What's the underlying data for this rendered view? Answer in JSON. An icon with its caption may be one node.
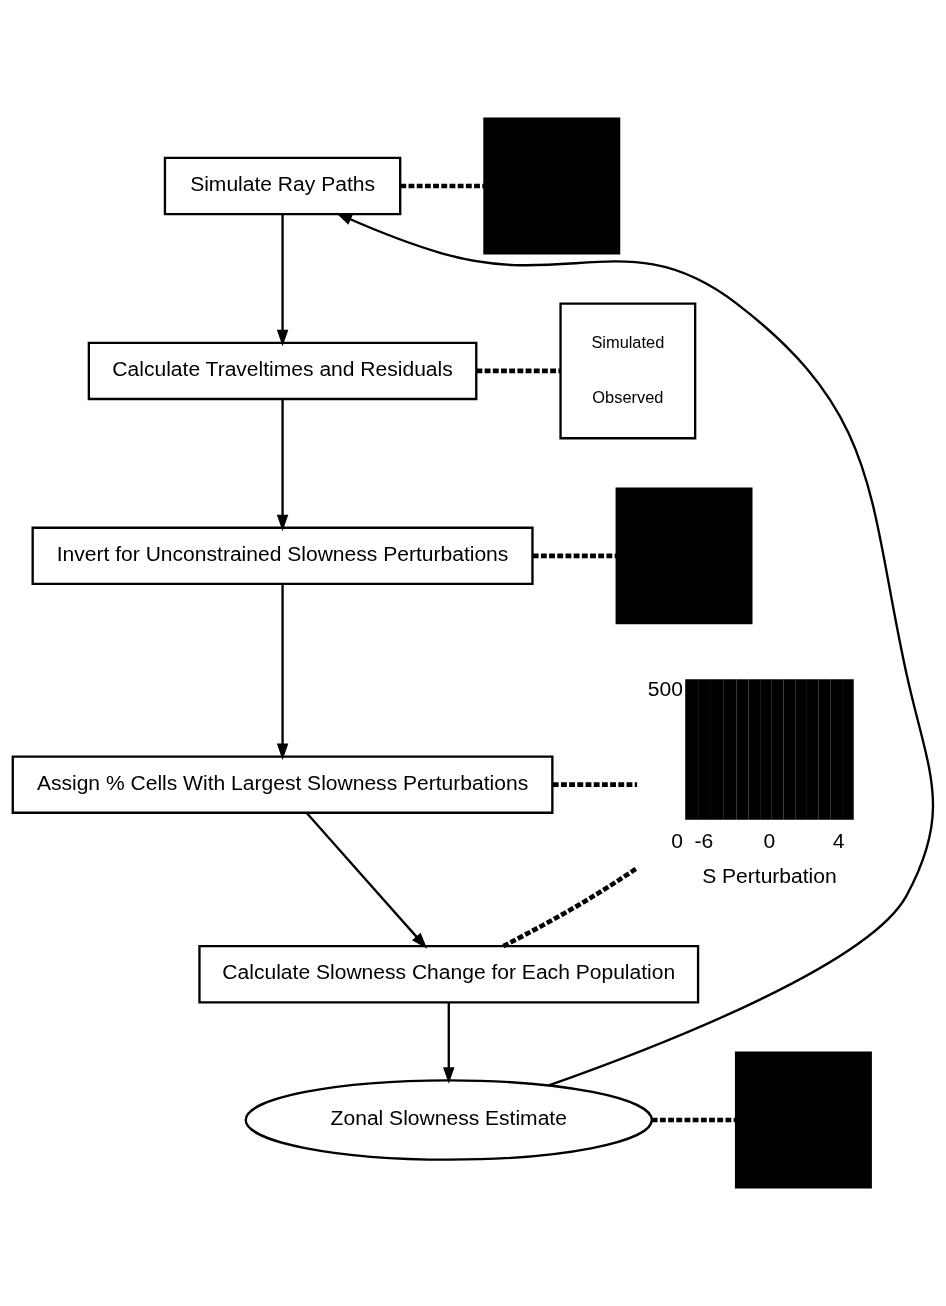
{
  "diagram": {
    "nodes": [
      {
        "text": [
          "Simulate Ray Paths"
        ]
      },
      {
        "text": [
          "Calculate Traveltimes and Residuals"
        ]
      },
      {
        "text": [
          "Invert for Unconstrained Slowness Perturbations"
        ]
      },
      {
        "text": [
          "Assign % Cells With Largest Slowness Perturbations"
        ]
      },
      {
        "text": [
          "Calculate Slowness Change for Each Population"
        ]
      },
      {
        "text": [
          "Zonal Slowness Estimate"
        ]
      },
      {
        "text": [],
        "shape": "box"
      },
      {
        "text": [
          "Simulated",
          "Observed"
        ]
      },
      {
        "text": [],
        "shape": "box"
      },
      {
        "text": [],
        "shape": "bar",
        "beside": [
          "500",
          "0",
          "-6",
          "0",
          "4",
          "S Perturbation"
        ]
      },
      {
        "text": [],
        "shape": "box"
      }
    ],
    "edges": [
      {
        "from": 0,
        "to": 1,
        "arrow": "to"
      },
      {
        "from": 1,
        "to": 2,
        "arrow": "to"
      },
      {
        "from": 2,
        "to": 3,
        "arrow": "to"
      },
      {
        "from": 3,
        "to": 4,
        "arrow": "to"
      },
      {
        "from": 4,
        "to": 5,
        "arrow": "to"
      },
      {
        "from": 5,
        "to": 0,
        "arrow": "to"
      },
      {
        "from": 0,
        "to": 6,
        "arrow": "none",
        "style": "dashed"
      },
      {
        "from": 1,
        "to": 7,
        "arrow": "none",
        "style": "dashed"
      },
      {
        "from": 2,
        "to": 8,
        "arrow": "none",
        "style": "dashed"
      },
      {
        "from": 3,
        "to": 9,
        "arrow": "none",
        "style": "dashed"
      },
      {
        "from": 4,
        "to": 9,
        "arrow": "none",
        "style": "dashed"
      },
      {
        "from": 5,
        "to": 10,
        "arrow": "none",
        "style": "dashed"
      }
    ]
  }
}
